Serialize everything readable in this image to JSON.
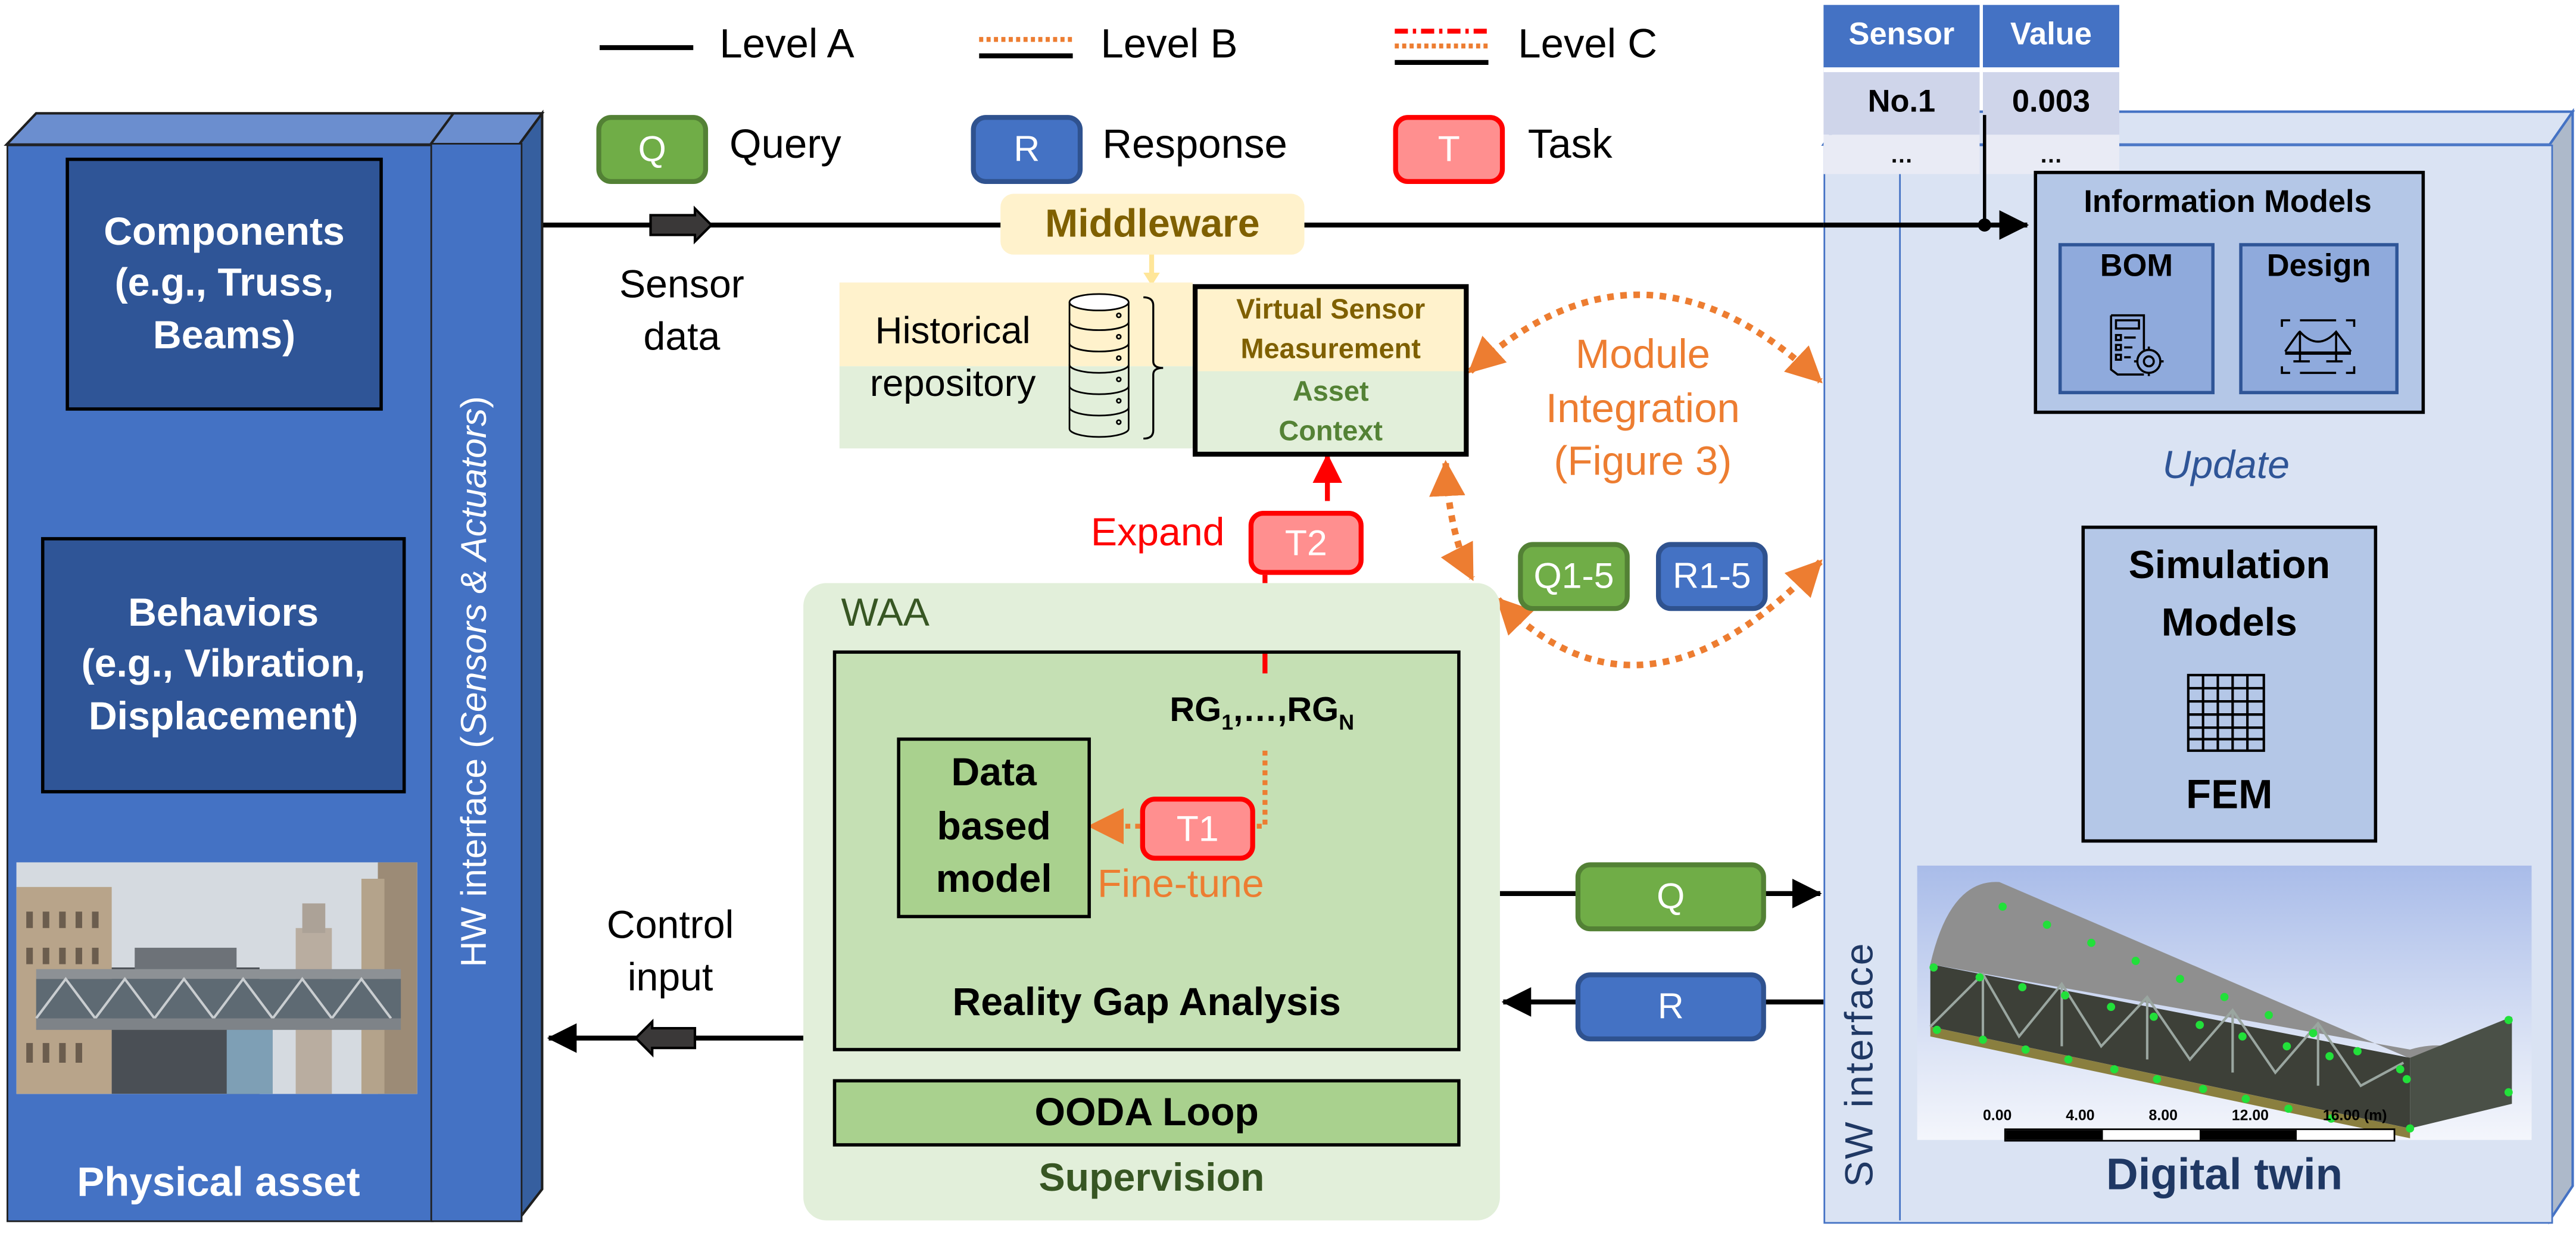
{
  "legend": {
    "levels": [
      {
        "label": "Level A",
        "style": "solid-black"
      },
      {
        "label": "Level B",
        "style": "orange-dotted-over-black"
      },
      {
        "label": "Level C",
        "style": "red-dashdot-orange-dotted-black"
      }
    ],
    "chips": [
      {
        "symbol": "Q",
        "label": "Query",
        "color": "#70ad47"
      },
      {
        "symbol": "R",
        "label": "Response",
        "color": "#4472c4"
      },
      {
        "symbol": "T",
        "label": "Task",
        "color": "#ff8f8f"
      }
    ]
  },
  "physical_asset": {
    "title": "Physical asset",
    "components": [
      "Components",
      "(e.g., Truss,",
      "Beams)"
    ],
    "behaviors": [
      "Behaviors",
      "(e.g., Vibration,",
      "Displacement)"
    ],
    "photo_alt": "pedestrian truss bridge photo",
    "hw_interface_prefix": "HW interface (",
    "hw_interface_italic": "Sensors & Actuators",
    "hw_interface_suffix": ")"
  },
  "flows": {
    "sensor_data": [
      "Sensor",
      "data"
    ],
    "control_input": [
      "Control",
      "input"
    ],
    "middleware": "Middleware",
    "expand": "Expand",
    "fine_tune": "Fine-tune",
    "update": "Update"
  },
  "repository": {
    "historical": [
      "Historical",
      "repository"
    ],
    "virtual_sensor": [
      "Virtual Sensor",
      "Measurement"
    ],
    "asset_context": [
      "Asset",
      "Context"
    ]
  },
  "module_integration": {
    "text": [
      "Module",
      "Integration",
      "(Figure 3)"
    ],
    "query_chip": "Q1-5",
    "response_chip": "R1-5"
  },
  "tasks": {
    "t1": "T1",
    "t2": "T2"
  },
  "waa": {
    "title": "WAA",
    "rg_main": "RG",
    "rg_sub1": "1",
    "rg_mid": ",…,RG",
    "rg_subN": "N",
    "data_model": [
      "Data",
      "based",
      "model"
    ],
    "reality_gap": "Reality Gap Analysis",
    "ooda": "OODA Loop",
    "supervision": "Supervision"
  },
  "links": {
    "query": "Q",
    "response": "R"
  },
  "digital_twin": {
    "title": "Digital twin",
    "sw_interface": "SW interface",
    "info_models": "Information Models",
    "bom": "BOM",
    "design": "Design",
    "simulation": [
      "Simulation",
      "Models"
    ],
    "fem": "FEM",
    "scale_ticks": [
      "0.00",
      "4.00",
      "8.00",
      "12.00",
      "16.00 (m)"
    ]
  },
  "sensor_table": {
    "headers": [
      "Sensor",
      "Value"
    ],
    "rows": [
      [
        "No.1",
        "0.003"
      ],
      [
        "…",
        "…"
      ]
    ]
  },
  "colors": {
    "physical_blue": "#4472c4",
    "dark_blue": "#2f5597",
    "orange": "#ed7d31",
    "red": "#ff0000",
    "waa_green": "#e2efda",
    "middleware_yellow": "#fff2cc",
    "twin_blue": "#dae3f3"
  }
}
